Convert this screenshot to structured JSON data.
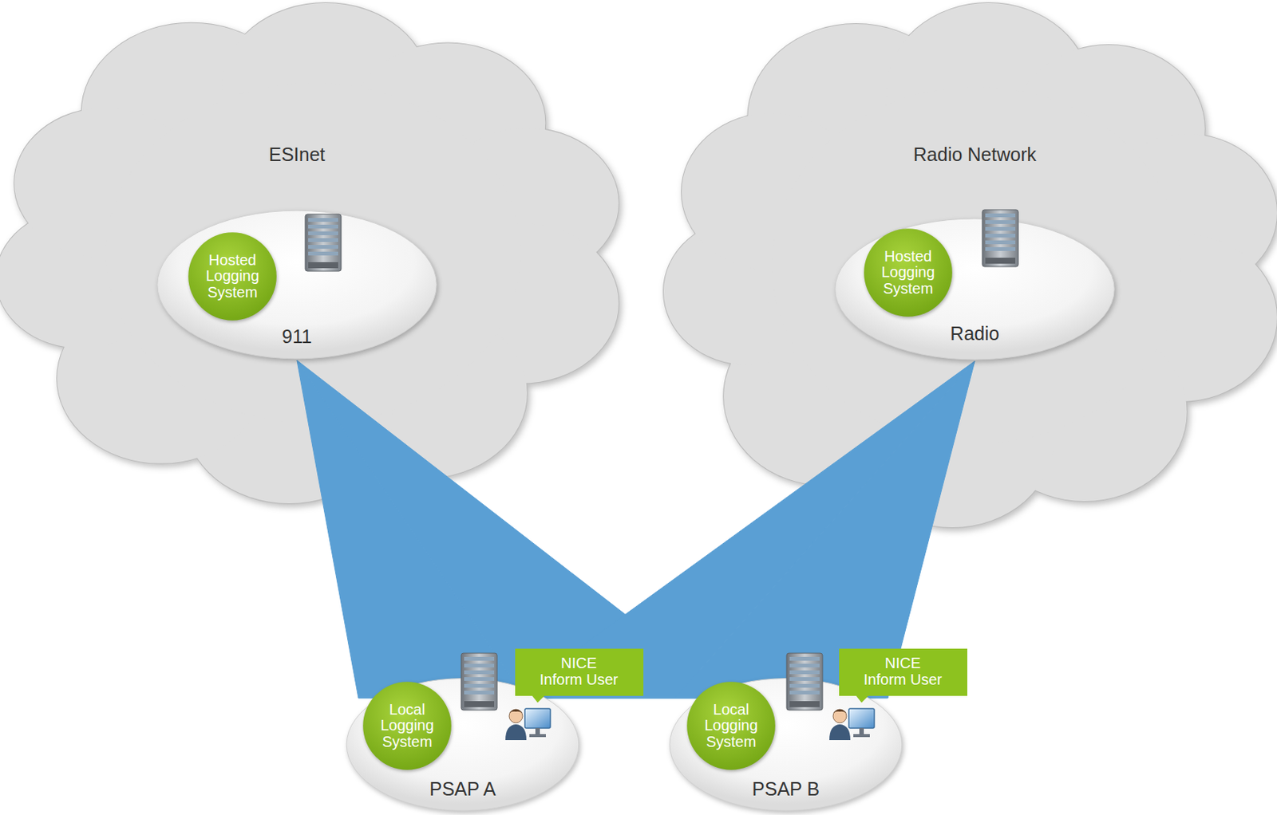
{
  "diagram": {
    "nodes": [
      {
        "text": [
          "ESInet"
        ]
      },
      {
        "text": [
          "911"
        ],
        "in": 0
      },
      {
        "text": [
          "Hosted Logging System"
        ],
        "in": 1
      },
      {
        "text": [
          "Radio Network"
        ]
      },
      {
        "text": [
          "Radio"
        ],
        "in": 3
      },
      {
        "text": [
          "Hosted Logging System"
        ],
        "in": 4
      },
      {
        "text": [
          "PSAP A"
        ]
      },
      {
        "text": [
          "Local Logging System"
        ],
        "in": 6
      },
      {
        "text": [
          "NICE Inform User"
        ],
        "in": 6
      },
      {
        "text": [
          "PSAP B"
        ]
      },
      {
        "text": [
          "Local Logging System"
        ],
        "in": 9
      },
      {
        "text": [
          "NICE Inform User"
        ],
        "in": 9
      }
    ],
    "edges": [
      {
        "from": 1,
        "to": 6,
        "arrow": "none"
      },
      {
        "from": 1,
        "to": 9,
        "arrow": "none"
      },
      {
        "from": 4,
        "to": 6,
        "arrow": "none"
      },
      {
        "from": 4,
        "to": 9,
        "arrow": "none"
      }
    ]
  }
}
